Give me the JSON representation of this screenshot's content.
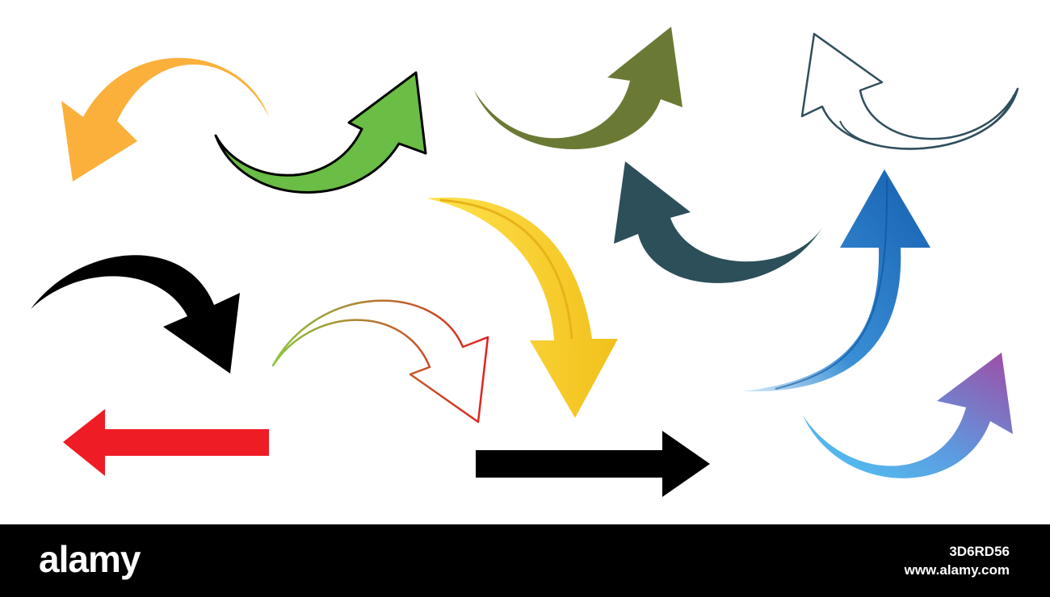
{
  "arrows": [
    {
      "name": "orange-curved-arrow",
      "color": "#FBB03B",
      "direction": "left"
    },
    {
      "name": "green-outlined-curved-arrow",
      "color": "#6ABD45",
      "direction": "up-right"
    },
    {
      "name": "olive-curved-arrow",
      "color": "#6A7A35",
      "direction": "up-right"
    },
    {
      "name": "outline-curved-arrow",
      "color": "#2F4F5C",
      "direction": "up-left"
    },
    {
      "name": "black-curved-arrow",
      "color": "#000000",
      "direction": "down-right"
    },
    {
      "name": "gradient-outline-curved-arrow",
      "color": "#8CC63F",
      "color_end": "#E0201F",
      "direction": "down-right"
    },
    {
      "name": "yellow-curved-arrow",
      "color": "#FFD82B",
      "direction": "down"
    },
    {
      "name": "dark-teal-curved-arrow",
      "color": "#2C4F5A",
      "direction": "up-left"
    },
    {
      "name": "blue-curved-arrow",
      "color": "#1A6FBF",
      "direction": "up"
    },
    {
      "name": "red-straight-arrow",
      "color": "#EE1C25",
      "direction": "left"
    },
    {
      "name": "black-straight-arrow",
      "color": "#000000",
      "direction": "right"
    },
    {
      "name": "blue-purple-curved-arrow",
      "color": "#4FC3F7",
      "color_end": "#9B4FA8",
      "direction": "up-right"
    }
  ],
  "watermark": {
    "brand": "alamy",
    "image_id": "3D6RD56",
    "url": "www.alamy.com"
  }
}
